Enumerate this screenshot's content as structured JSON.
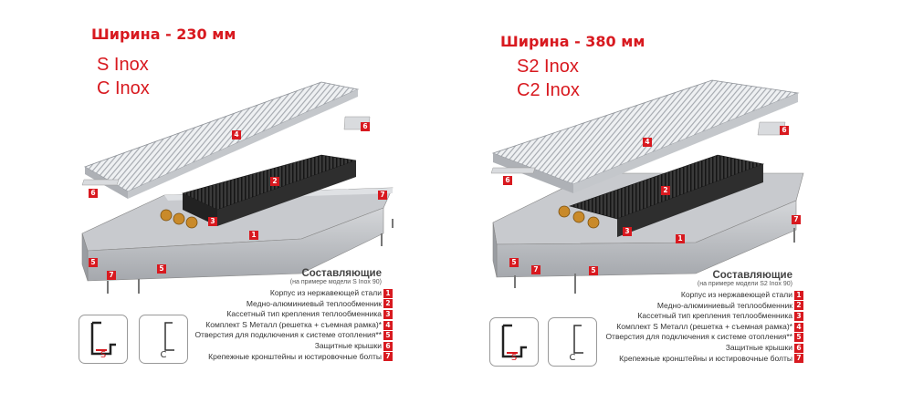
{
  "left": {
    "width_title": "Ширина - 230 мм",
    "models": [
      "S Inox",
      "C Inox"
    ],
    "legend": {
      "title": "Составляющие",
      "subtitle": "(на примере модели S Inox 90)",
      "items": [
        {
          "text": "Корпус из нержавеющей стали",
          "num": "1"
        },
        {
          "text": "Медно-алюминиевый теплообменник",
          "num": "2"
        },
        {
          "text": "Кассетный тип крепления теплообменника",
          "num": "3"
        },
        {
          "text": "Комплект S Металл (решетка + съемная рамка)*",
          "num": "4"
        },
        {
          "text": "Отверстия для подключения к системе отопления**",
          "num": "5"
        },
        {
          "text": "Защитные крышки",
          "num": "6"
        },
        {
          "text": "Крепежные кронштейны и юстировочные болты",
          "num": "7"
        }
      ]
    },
    "profiles": [
      {
        "label": "S"
      },
      {
        "label": "C"
      }
    ],
    "callouts": [
      "1",
      "2",
      "3",
      "4",
      "5",
      "5",
      "6",
      "6",
      "7",
      "7"
    ]
  },
  "right": {
    "width_title": "Ширина - 380 мм",
    "models": [
      "S2 Inox",
      "C2 Inox"
    ],
    "legend": {
      "title": "Составляющие",
      "subtitle": "(на примере модели S2 Inox 90)",
      "items": [
        {
          "text": "Корпус из нержавеющей стали",
          "num": "1"
        },
        {
          "text": "Медно-алюминиевый теплообменник",
          "num": "2"
        },
        {
          "text": "Кассетный тип крепления теплообменника",
          "num": "3"
        },
        {
          "text": "Комплект S Металл (решетка + съемная рамка)*",
          "num": "4"
        },
        {
          "text": "Отверстия для подключения к системе отопления**",
          "num": "5"
        },
        {
          "text": "Защитные крышки",
          "num": "6"
        },
        {
          "text": "Крепежные кронштейны и юстировочные болты",
          "num": "7"
        }
      ]
    },
    "profiles": [
      {
        "label": "S"
      },
      {
        "label": "C"
      }
    ],
    "callouts": [
      "1",
      "2",
      "3",
      "4",
      "5",
      "5",
      "6",
      "6",
      "7",
      "7"
    ]
  },
  "colors": {
    "accent": "#d8191f",
    "steel": "#b9bcc0",
    "grille": "#e3e5e8",
    "exchanger": "#2a2a2a",
    "brass": "#c98a2a"
  }
}
